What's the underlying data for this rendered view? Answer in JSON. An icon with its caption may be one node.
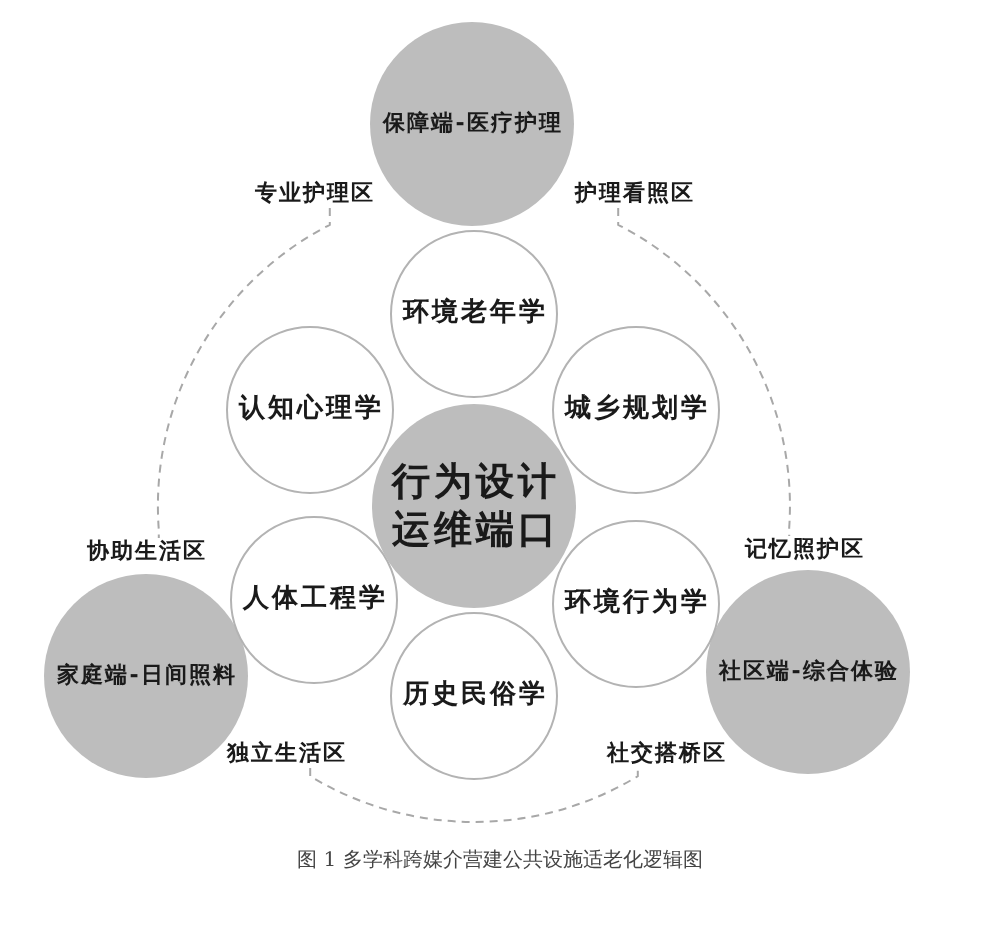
{
  "diagram": {
    "caption": "图 1 多学科跨媒介营建公共设施适老化逻辑图",
    "nodes": [
      {
        "text": [
          "保障端-医疗护理"
        ]
      },
      {
        "text": [
          "专业护理区"
        ]
      },
      {
        "text": [
          "护理看照区"
        ]
      },
      {
        "text": [
          "环境老年学"
        ]
      },
      {
        "text": [
          "认知心理学"
        ]
      },
      {
        "text": [
          "城乡规划学"
        ]
      },
      {
        "text": [
          "行为设计运维端口"
        ]
      },
      {
        "text": [
          "协助生活区"
        ]
      },
      {
        "text": [
          "人体工程学"
        ]
      },
      {
        "text": [
          "环境行为学"
        ]
      },
      {
        "text": [
          "记忆照护区"
        ]
      },
      {
        "text": [
          "家庭端-日间照料"
        ]
      },
      {
        "text": [
          "社区端-综合体验"
        ]
      },
      {
        "text": [
          "历史民俗学"
        ]
      },
      {
        "text": [
          "独立生活区"
        ]
      },
      {
        "text": [
          "社交搭桥区"
        ]
      }
    ],
    "edges": [
      {
        "from": 1,
        "to": 7,
        "arrow": "none",
        "style": "dashed"
      },
      {
        "from": 2,
        "to": 10,
        "arrow": "none",
        "style": "dashed"
      },
      {
        "from": 14,
        "to": 15,
        "arrow": "none",
        "style": "dashed"
      }
    ]
  }
}
